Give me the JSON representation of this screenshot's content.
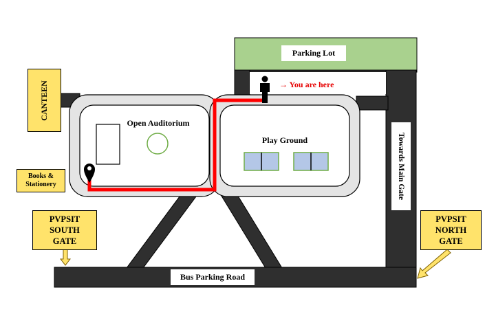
{
  "labels": {
    "parking_lot": "Parking Lot",
    "you_are_here": "→ You are here",
    "canteen": "CANTEEN",
    "open_auditorium": "Open Auditorium",
    "play_ground": "Play Ground",
    "books_stationery": "Books & Stationery",
    "towards_main_gate": "Towards Main Gate",
    "south_gate": "PVPSIT SOUTH GATE",
    "north_gate": "PVPSIT NORTH GATE",
    "bus_parking_road": "Bus Parking Road"
  },
  "colors": {
    "road": "#2f2f2f",
    "road_outline": "#000000",
    "campus_fill": "#e4e4e4",
    "parking_green": "#a9d18e",
    "route_red": "#ff0000",
    "you_are_here_text": "#e60000",
    "label_yellow": "#ffe36b",
    "court_blue": "#b4c7e7",
    "court_border": "#70ad47",
    "arrow_yellow": "#ffe36b"
  },
  "icons": {
    "person": "person-icon",
    "location_pin": "location-pin-icon",
    "south_arrow": "arrow-down-icon",
    "north_arrow": "arrow-down-left-icon"
  }
}
